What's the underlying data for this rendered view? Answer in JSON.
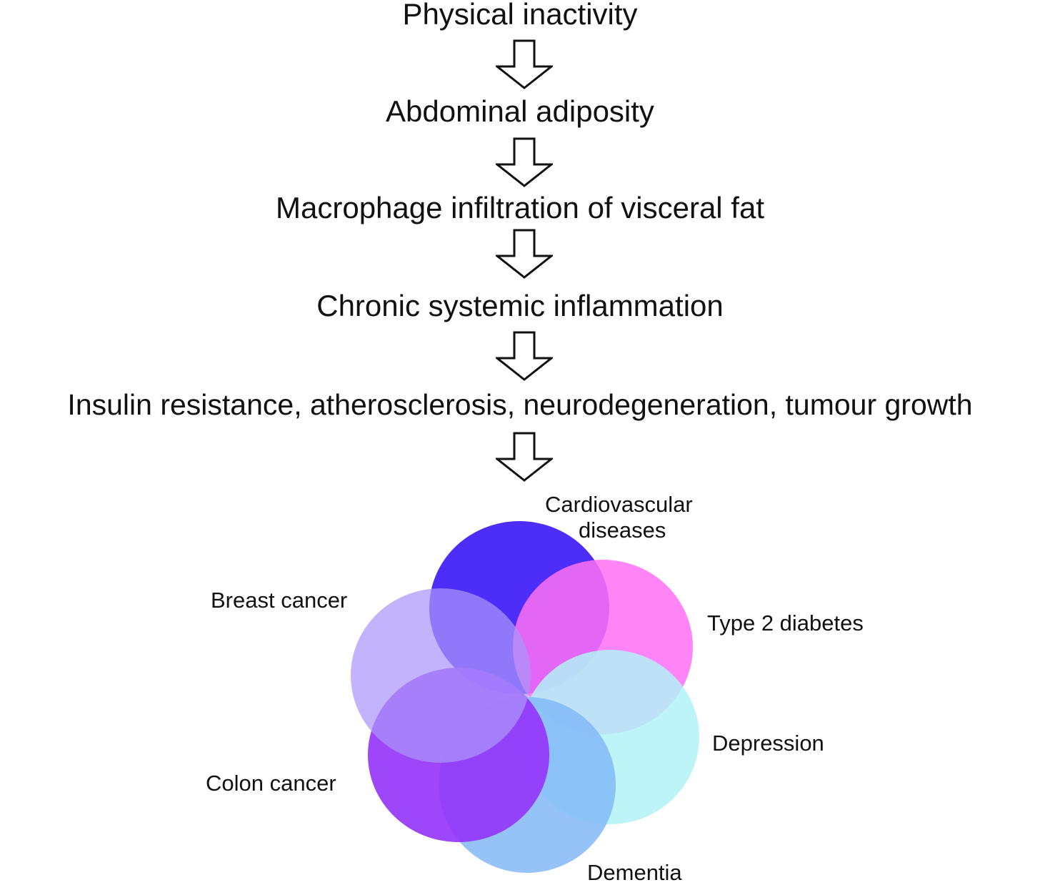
{
  "pathway": {
    "step1": "Physical inactivity",
    "step2": "Abdominal adiposity",
    "step3": "Macrophage infiltration of visceral fat",
    "step4": "Chronic systemic inflammation",
    "step5": "Insulin resistance, atherosclerosis, neurodegeneration, tumour growth"
  },
  "diseases": {
    "cardiovascular_line1": "Cardiovascular",
    "cardiovascular_line2": "diseases",
    "type2_diabetes": "Type 2 diabetes",
    "depression": "Depression",
    "dementia": "Dementia",
    "colon_cancer": "Colon cancer",
    "breast_cancer": "Breast cancer"
  },
  "colors": {
    "cardiovascular": "#4d2ef8",
    "type2_diabetes": "#ff70f5",
    "depression": "#b2f2f7",
    "dementia": "#82b8f7",
    "colon_cancer": "#9433fa",
    "breast_cancer": "#aa96fb"
  }
}
